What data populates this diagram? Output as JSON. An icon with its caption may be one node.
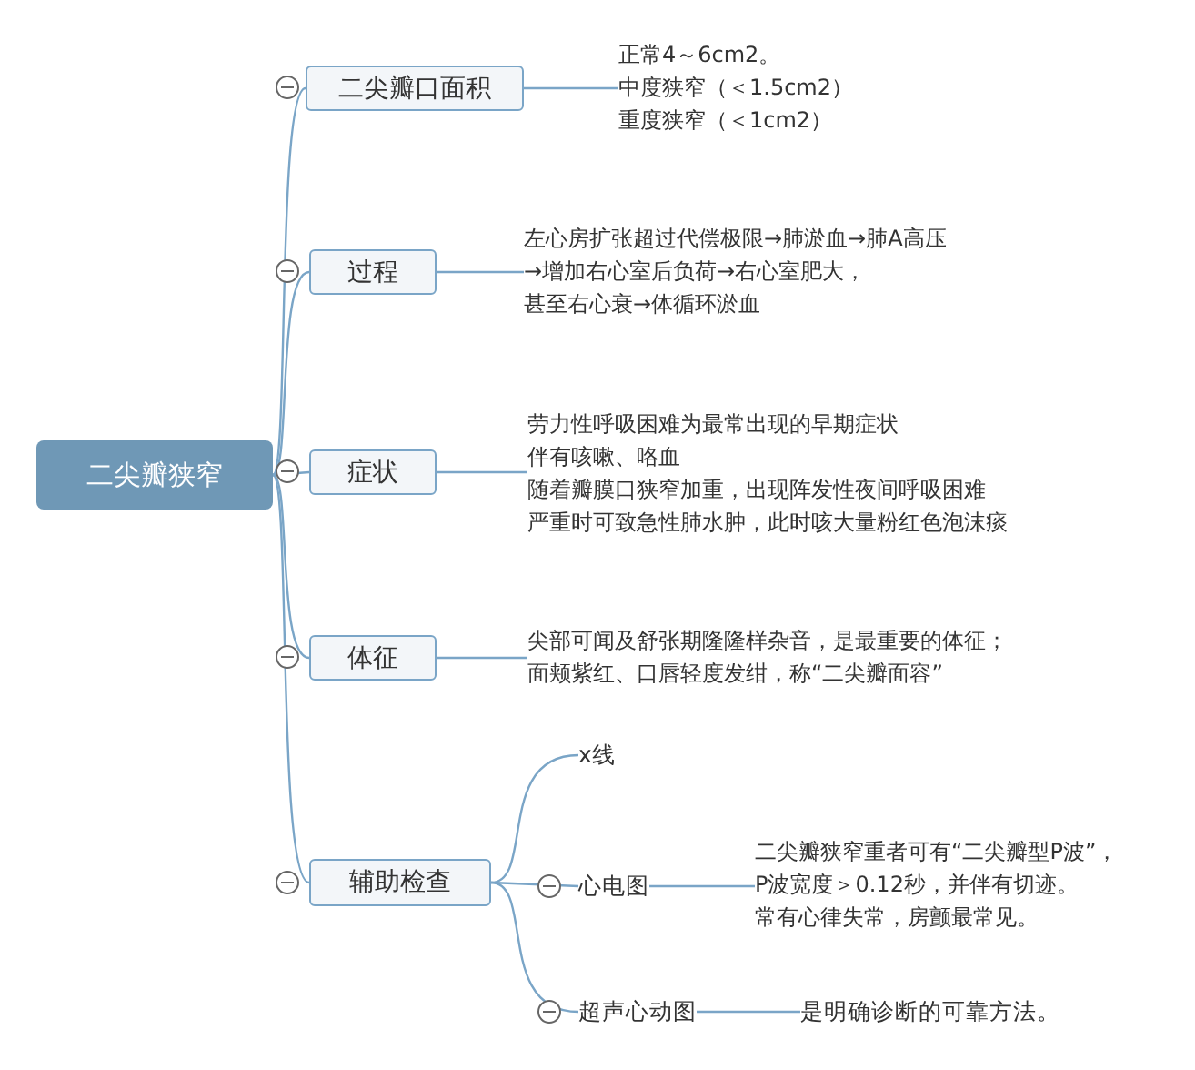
{
  "diagram": {
    "nodes": [
      {
        "text": [
          "二尖瓣狭窄"
        ]
      },
      {
        "text": [
          "二尖瓣口面积"
        ]
      },
      {
        "text": [
          "正常4～6cm2。",
          "中度狭窄（＜1.5cm2）",
          "重度狭窄（＜1cm2）"
        ]
      },
      {
        "text": [
          "过程"
        ]
      },
      {
        "text": [
          "左心房扩张超过代偿极限→肺淤血→肺A高压",
          "→增加右心室后负荷→右心室肥大，",
          "甚至右心衰→体循环淤血"
        ]
      },
      {
        "text": [
          "症状"
        ]
      },
      {
        "text": [
          "劳力性呼吸困难为最常出现的早期症状",
          "伴有咳嗽、咯血",
          "随着瓣膜口狭窄加重，出现阵发性夜间呼吸困难",
          "严重时可致急性肺水肿，此时咳大量粉红色泡沫痰"
        ]
      },
      {
        "text": [
          "体征"
        ]
      },
      {
        "text": [
          "尖部可闻及舒张期隆隆样杂音，是最重要的体征；",
          "面颊紫红、口唇轻度发绀，称“二尖瓣面容”"
        ]
      },
      {
        "text": [
          "辅助检查"
        ]
      },
      {
        "text": [
          "x线"
        ]
      },
      {
        "text": [
          "心电图"
        ]
      },
      {
        "text": [
          "二尖瓣狭窄重者可有“二尖瓣型P波”，",
          "P波宽度＞0.12秒，并伴有切迹。",
          "常有心律失常，房颤最常见。"
        ]
      },
      {
        "text": [
          "超声心动图"
        ]
      },
      {
        "text": [
          "是明确诊断的可靠方法。"
        ]
      }
    ],
    "edges": [
      {
        "from": 0,
        "to": 1,
        "arrow": "none"
      },
      {
        "from": 0,
        "to": 3,
        "arrow": "none"
      },
      {
        "from": 0,
        "to": 5,
        "arrow": "none"
      },
      {
        "from": 0,
        "to": 7,
        "arrow": "none"
      },
      {
        "from": 0,
        "to": 9,
        "arrow": "none"
      },
      {
        "from": 1,
        "to": 2,
        "arrow": "none"
      },
      {
        "from": 3,
        "to": 4,
        "arrow": "none"
      },
      {
        "from": 5,
        "to": 6,
        "arrow": "none"
      },
      {
        "from": 7,
        "to": 8,
        "arrow": "none"
      },
      {
        "from": 9,
        "to": 10,
        "arrow": "none"
      },
      {
        "from": 9,
        "to": 11,
        "arrow": "none"
      },
      {
        "from": 9,
        "to": 13,
        "arrow": "none"
      },
      {
        "from": 11,
        "to": 12,
        "arrow": "none"
      },
      {
        "from": 13,
        "to": 14,
        "arrow": "none"
      }
    ]
  }
}
